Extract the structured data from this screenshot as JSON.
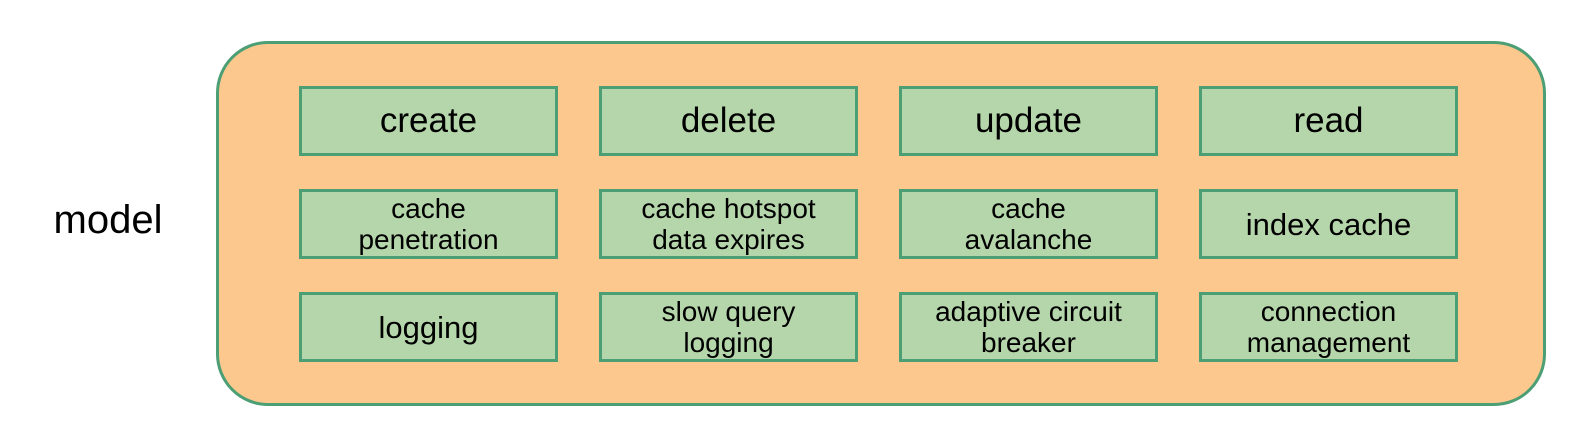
{
  "diagram": {
    "group_label": "model",
    "colors": {
      "container_fill": "#fcc88e",
      "container_border": "#4c9e74",
      "cell_fill": "#b5d6aa",
      "cell_border": "#4c9e74",
      "text": "#000000",
      "page_background": "#ffffff"
    },
    "cells": [
      {
        "label": "create",
        "size": "lg"
      },
      {
        "label": "delete",
        "size": "lg"
      },
      {
        "label": "update",
        "size": "lg"
      },
      {
        "label": "read",
        "size": "lg"
      },
      {
        "label": "cache\npenetration",
        "size": "sm"
      },
      {
        "label": "cache hotspot\ndata expires",
        "size": "sm"
      },
      {
        "label": "cache\navalanche",
        "size": "sm"
      },
      {
        "label": "index cache",
        "size": "md"
      },
      {
        "label": "logging",
        "size": "md"
      },
      {
        "label": "slow query\nlogging",
        "size": "sm"
      },
      {
        "label": "adaptive circuit\nbreaker",
        "size": "sm"
      },
      {
        "label": "connection\nmanagement",
        "size": "sm"
      }
    ]
  }
}
